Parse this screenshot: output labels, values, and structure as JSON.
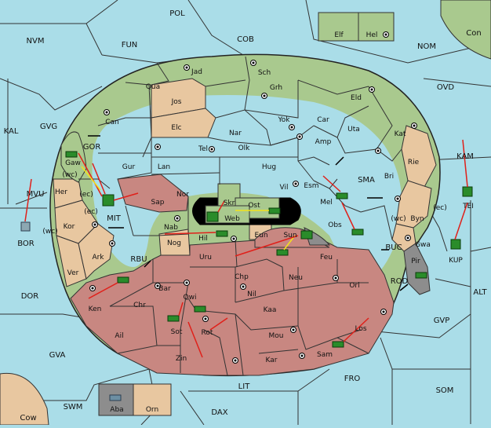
{
  "colors": {
    "sea": "#aadde8",
    "green": "#a9c98e",
    "tan": "#e8c7a0",
    "red": "#c88781",
    "gray": "#8d8d8d",
    "black": "#000000",
    "arrow_red": "#e0201a",
    "arrow_yellow": "#f4e21a"
  },
  "sea_labels": [
    "POL",
    "FUN",
    "COB",
    "NVM",
    "NOM",
    "OVD",
    "KAL",
    "GVG",
    "KAM",
    "MVU",
    "BOR",
    "DOR",
    "ALT",
    "GVP",
    "GVA",
    "FRO",
    "SOM",
    "SWM",
    "LIT",
    "DAX",
    "Cow",
    "Con",
    "SMA",
    "MIT",
    "RBU",
    "BUC",
    "ROD",
    "GOR",
    "(wc)",
    "(ec)",
    "(wc)",
    "(ec)",
    "(wc)",
    "(ec)"
  ],
  "land_labels": [
    "Elf",
    "Hel",
    "Jad",
    "Sch",
    "Qua",
    "Jos",
    "Grh",
    "Eld",
    "Can",
    "Yok",
    "Car",
    "Elc",
    "Nar",
    "Uta",
    "Kat",
    "Tel",
    "Olk",
    "Amp",
    "Gaw",
    "Gur",
    "Lan",
    "Hug",
    "Rie",
    "Bri",
    "Vil",
    "Esm",
    "Her",
    "Nor",
    "Skr",
    "Ost",
    "Mel",
    "Sap",
    "Web",
    "Byn",
    "Gwa",
    "Kor",
    "Nab",
    "Eun",
    "Sun",
    "Obs",
    "Hil",
    "Nog",
    "Uru",
    "Feu",
    "Pir",
    "Ark",
    "Ver",
    "Chp",
    "Neu",
    "Orl",
    "Bar",
    "Qwi",
    "Nil",
    "Ken",
    "Chr",
    "Kaa",
    "Ail",
    "Sot",
    "Rot",
    "Mou",
    "Los",
    "Zin",
    "Kar",
    "Sam",
    "Aba",
    "Orn",
    "TEI",
    "KUP"
  ]
}
